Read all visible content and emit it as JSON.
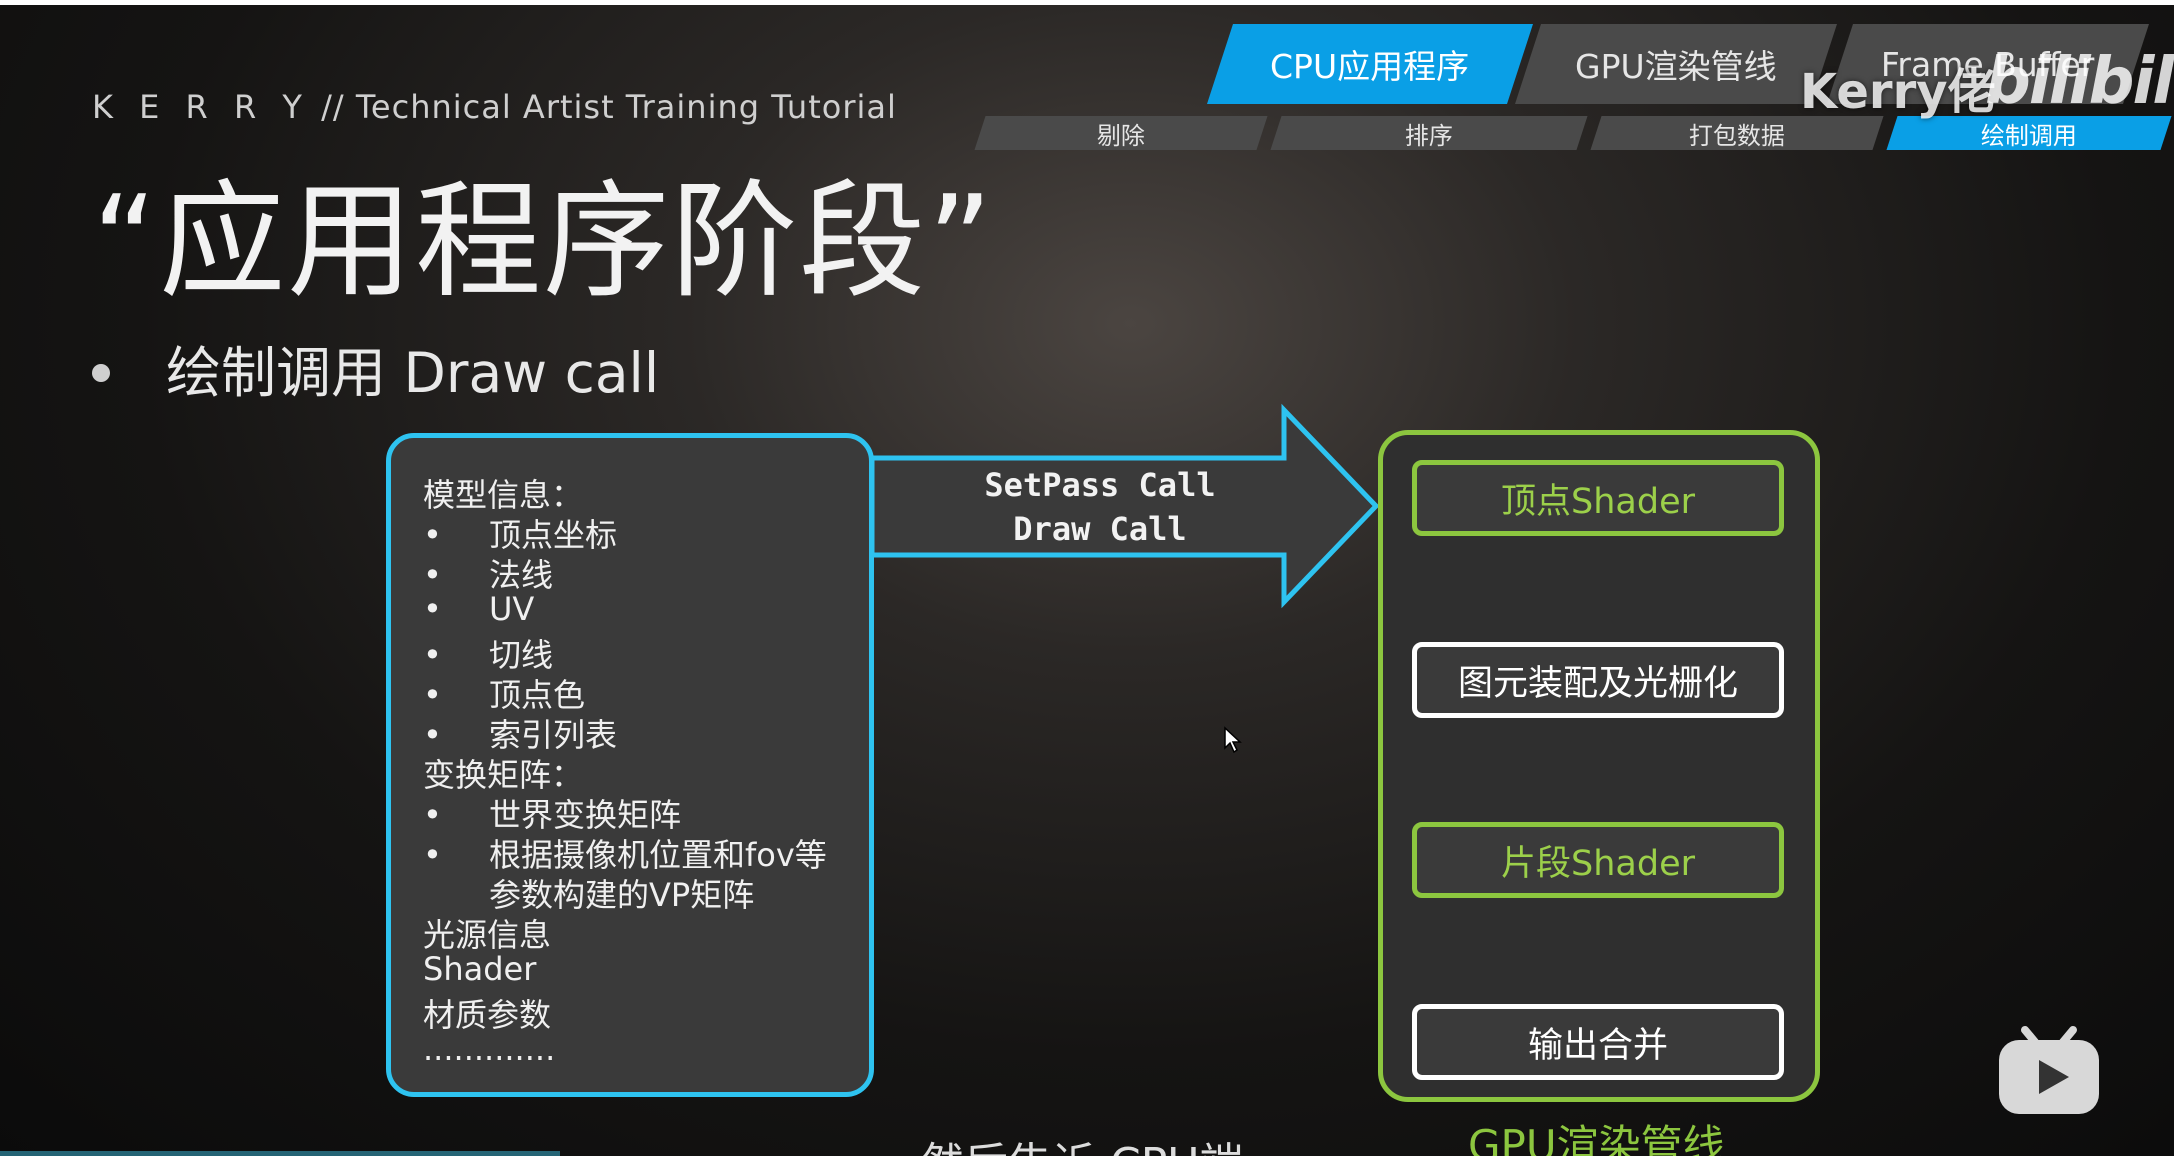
{
  "header": {
    "brand_name": "K E R R Y",
    "brand_rest": "// Technical Artist Training Tutorial",
    "title": "“应用程序阶段”",
    "bullet": "绘制调用 Draw call"
  },
  "nav": {
    "tabs": [
      {
        "label": "CPU应用程序",
        "active": true
      },
      {
        "label": "GPU渲染管线",
        "active": false
      },
      {
        "label": "Frame Buffer",
        "active": false
      }
    ],
    "subtabs": [
      {
        "label": "剔除",
        "active": false
      },
      {
        "label": "排序",
        "active": false
      },
      {
        "label": "打包数据",
        "active": false
      },
      {
        "label": "绘制调用",
        "active": true
      }
    ]
  },
  "watermark": {
    "channel": "Kerry佬",
    "logo": "bilibili"
  },
  "info_panel": {
    "model_heading": "模型信息：",
    "model_items": [
      "顶点坐标",
      "法线",
      "UV",
      "切线",
      "顶点色",
      "索引列表"
    ],
    "transform_heading": "变换矩阵：",
    "transform_items": [
      "世界变换矩阵",
      "根据摄像机位置和fov等"
    ],
    "transform_cont": "参数构建的VP矩阵",
    "light": "光源信息",
    "shader": "Shader",
    "material": "材质参数",
    "ellipsis": "............."
  },
  "arrow": {
    "line1": "SetPass Call",
    "line2": "Draw Call"
  },
  "gpu": {
    "stages": [
      "顶点Shader",
      "图元装配及光栅化",
      "片段Shader",
      "输出合并"
    ],
    "caption": "GPU渲染管线"
  },
  "subtitle": "然后告诉 CPU端",
  "colors": {
    "accent_blue": "#0a9fe6",
    "panel_cyan": "#2ec3f0",
    "pipeline_green": "#8cc63f"
  }
}
